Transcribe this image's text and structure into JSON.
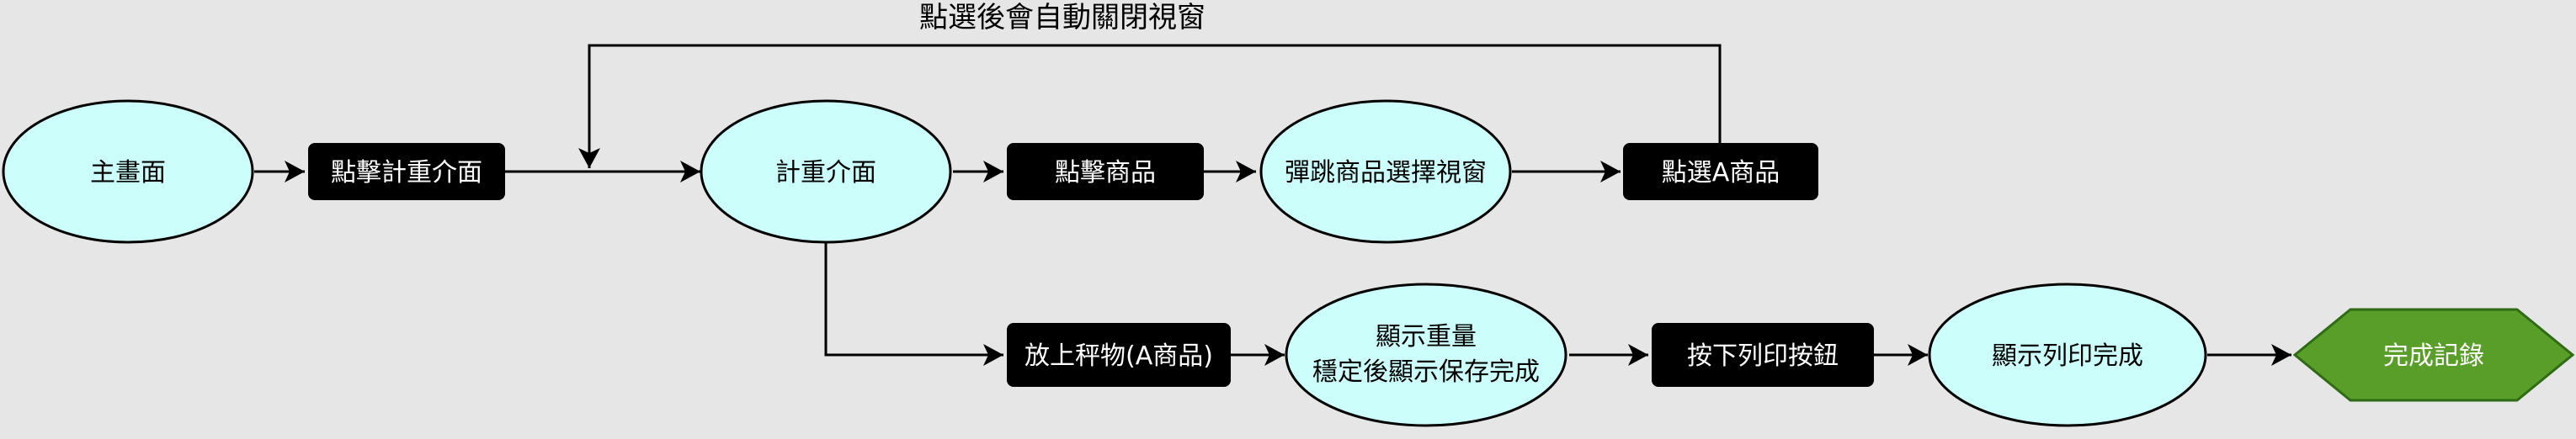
{
  "flow": {
    "note": "點選後會自動關閉視窗",
    "nodes": {
      "main_screen": "主畫面",
      "click_weighing": "點擊計重介面",
      "weighing_screen": "計重介面",
      "click_product": "點擊商品",
      "popup_window": "彈跳商品選擇視窗",
      "select_a": "點選A商品",
      "place_item": "放上秤物(A商品)",
      "show_weight_1": "顯示重量",
      "show_weight_2": "穩定後顯示保存完成",
      "press_print": "按下列印按鈕",
      "print_done": "顯示列印完成",
      "done_record": "完成記錄"
    }
  },
  "colors": {
    "ellipse_fill": "#ccfffb",
    "box_fill": "#000000",
    "end_fill": "#5a9e2a",
    "background": "#e6e6e6"
  }
}
